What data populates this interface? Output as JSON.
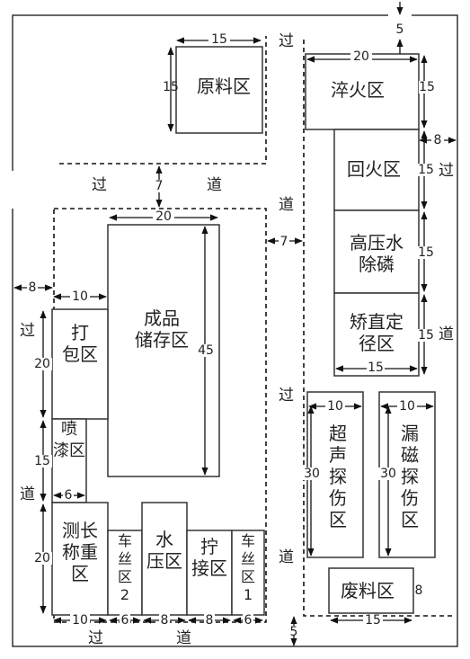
{
  "zones": {
    "raw_material": "原料区",
    "quench": "淬火区",
    "temper": "回火区",
    "hp_water_phosphate": "高压水\n除磷",
    "straighten": "矫直定\n径区",
    "finished_storage": "成品\n储存区",
    "packing": "打\n包区",
    "paint": "喷\n漆区",
    "measure_weigh": "测长\n称重\n区",
    "threading_2": "车\n丝\n区\n2",
    "hydro_test": "水\n压区",
    "tightening": "拧\n接区",
    "threading_1": "车\n丝\n区\n1",
    "ultrasonic": "超\n声\n探\n伤\n区",
    "magnetic": "漏\n磁\n探\n伤\n区",
    "scrap": "废料区"
  },
  "walkway": {
    "guo": "过",
    "dao": "道"
  },
  "dims": {
    "top_gap": "5",
    "bottom_gap": "5",
    "raw_w": "15",
    "raw_h": "15",
    "quench_w": "20",
    "quench_h": "15",
    "temper_gap": "8",
    "temper_h": "15",
    "hp_h": "15",
    "straight_h": "15",
    "straight_w": "15",
    "mid_gap": "7",
    "side_gap": "7",
    "storage_w": "20",
    "storage_h": "45",
    "left_gap": "8",
    "pack_w": "10",
    "pack_h": "20",
    "paint_h": "15",
    "paint_w": "6",
    "measure_h": "20",
    "ut_w": "10",
    "ut_h": "30",
    "mag_w": "10",
    "mag_h": "30",
    "scrap_h": "8",
    "scrap_w": "15",
    "bot_10": "10",
    "bot_6a": "6",
    "bot_8a": "8",
    "bot_8b": "8",
    "bot_6b": "6"
  }
}
